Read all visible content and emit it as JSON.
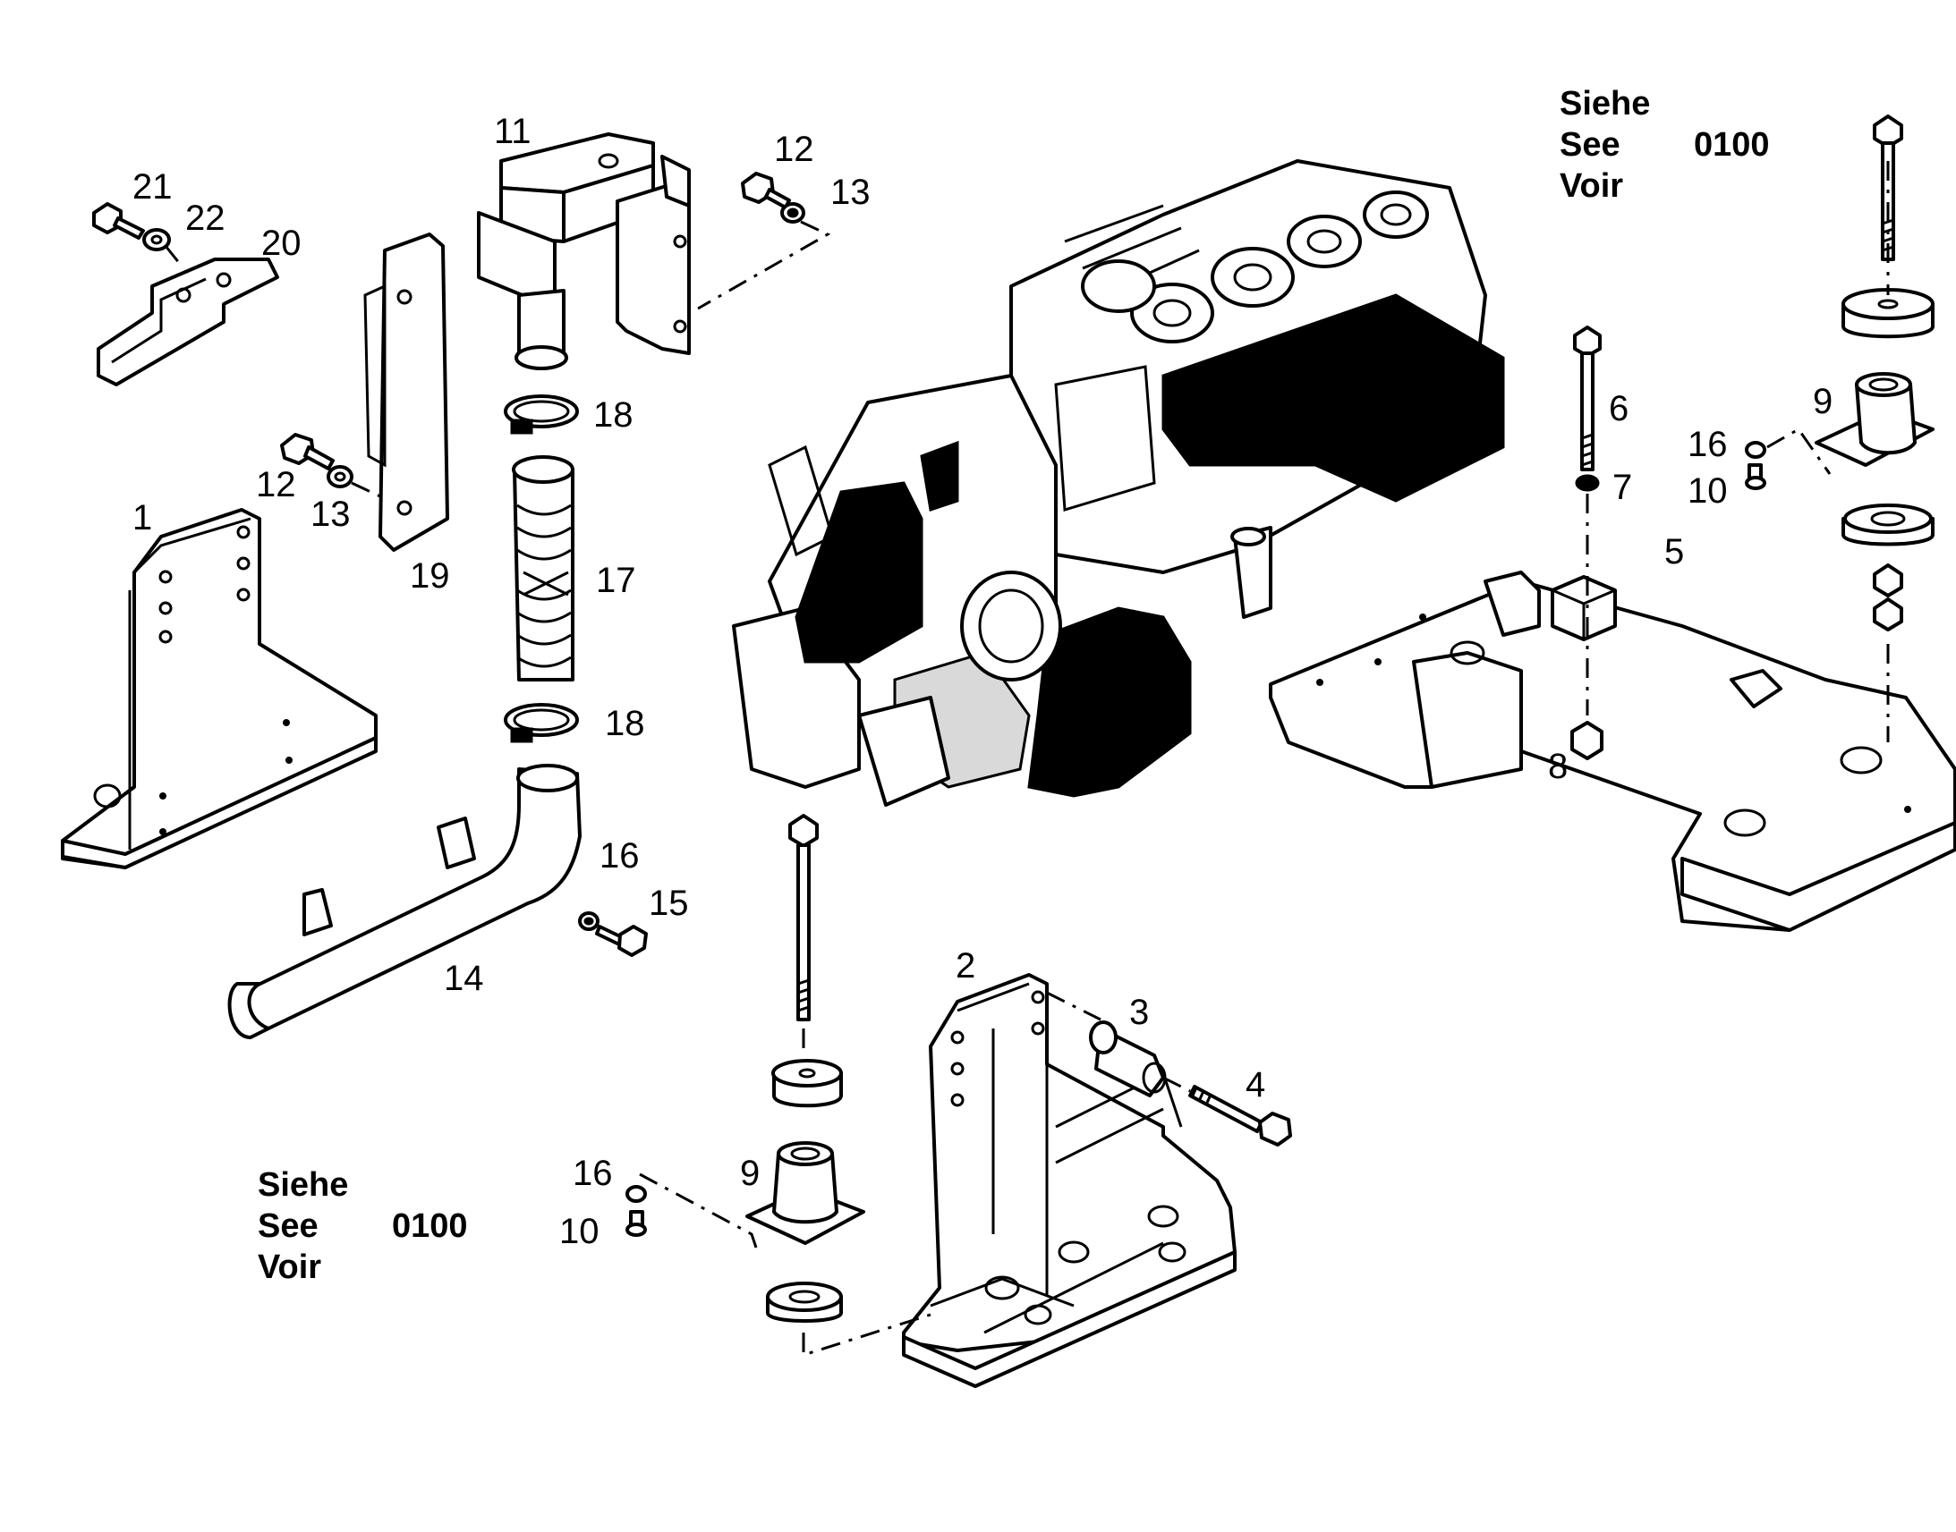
{
  "colors": {
    "line": "#000000",
    "background": "#ffffff"
  },
  "references": [
    {
      "words": [
        "Siehe",
        "See",
        "Voir"
      ],
      "page": "0100"
    },
    {
      "words": [
        "Siehe",
        "See",
        "Voir"
      ],
      "page": "0100"
    }
  ],
  "callouts": {
    "p1": "1",
    "p2": "2",
    "p3": "3",
    "p4": "4",
    "p5": "5",
    "p6": "6",
    "p7": "7",
    "p8": "8",
    "p9a": "9",
    "p9b": "9",
    "p10a": "10",
    "p10b": "10",
    "p11": "11",
    "p12a": "12",
    "p12b": "12",
    "p13a": "13",
    "p13b": "13",
    "p14": "14",
    "p15": "15",
    "p16a": "16",
    "p16b": "16",
    "p16c": "16",
    "p17": "17",
    "p18a": "18",
    "p18b": "18",
    "p19": "19",
    "p20": "20",
    "p21": "21",
    "p22": "22"
  }
}
